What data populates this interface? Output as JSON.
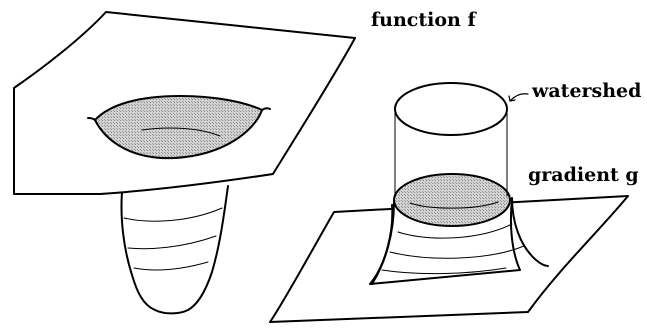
{
  "labels": {
    "function": "function f",
    "watershed": "watershed",
    "gradient": "gradient g"
  },
  "colors": {
    "stroke": "#000000",
    "background": "#ffffff",
    "basin_fill": "#c8c8c8"
  }
}
